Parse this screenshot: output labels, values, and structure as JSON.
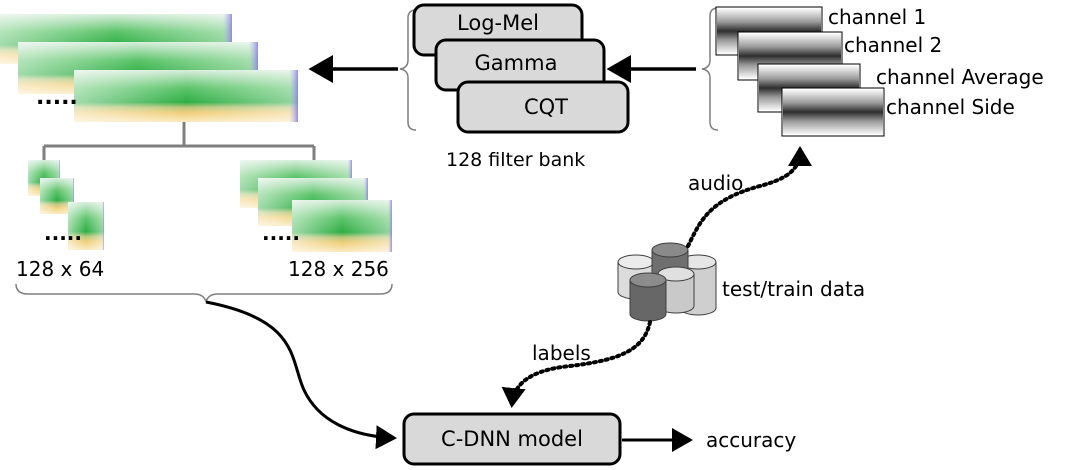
{
  "filterbanks": {
    "items": [
      "Log-Mel",
      "Gamma",
      "CQT"
    ],
    "caption": "128 filter bank"
  },
  "channels": [
    "channel 1",
    "channel 2",
    "channel Average",
    "channel Side"
  ],
  "patches": {
    "left_size": "128 x 64",
    "right_size": "128 x 256",
    "ellipsis": "....."
  },
  "data": {
    "store_label": "test/train data",
    "audio_label": "audio",
    "labels_label": "labels"
  },
  "model": {
    "label": "C-DNN model",
    "output": "accuracy"
  },
  "colors": {
    "box_fill": "#d9d9d9",
    "spectro_green": "#1fb53a",
    "spectro_yellow": "#e7c46a",
    "spectro_edge": "#9b8fe0",
    "cylinder_dark": "#6f6f6f",
    "cylinder_light": "#c9c9c9"
  }
}
